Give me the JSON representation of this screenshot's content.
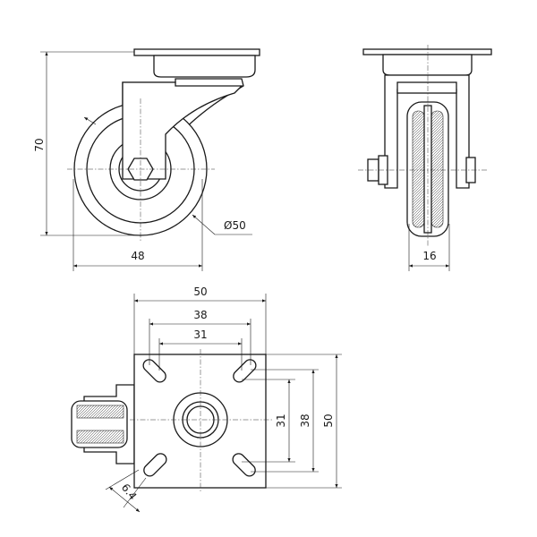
{
  "drawing": {
    "front_view": {
      "height_label": "70",
      "width_label": "48",
      "wheel_diameter_label": "Ø50"
    },
    "side_view": {
      "wheel_width_label": "16"
    },
    "plate_view": {
      "plate_width_label": "50",
      "hole_spacing_outer_label": "38",
      "hole_spacing_inner_label": "31",
      "plate_height_label": "50",
      "hole_spacing_vert_outer_label": "38",
      "hole_spacing_vert_inner_label": "31",
      "slot_label": "6.4"
    }
  }
}
